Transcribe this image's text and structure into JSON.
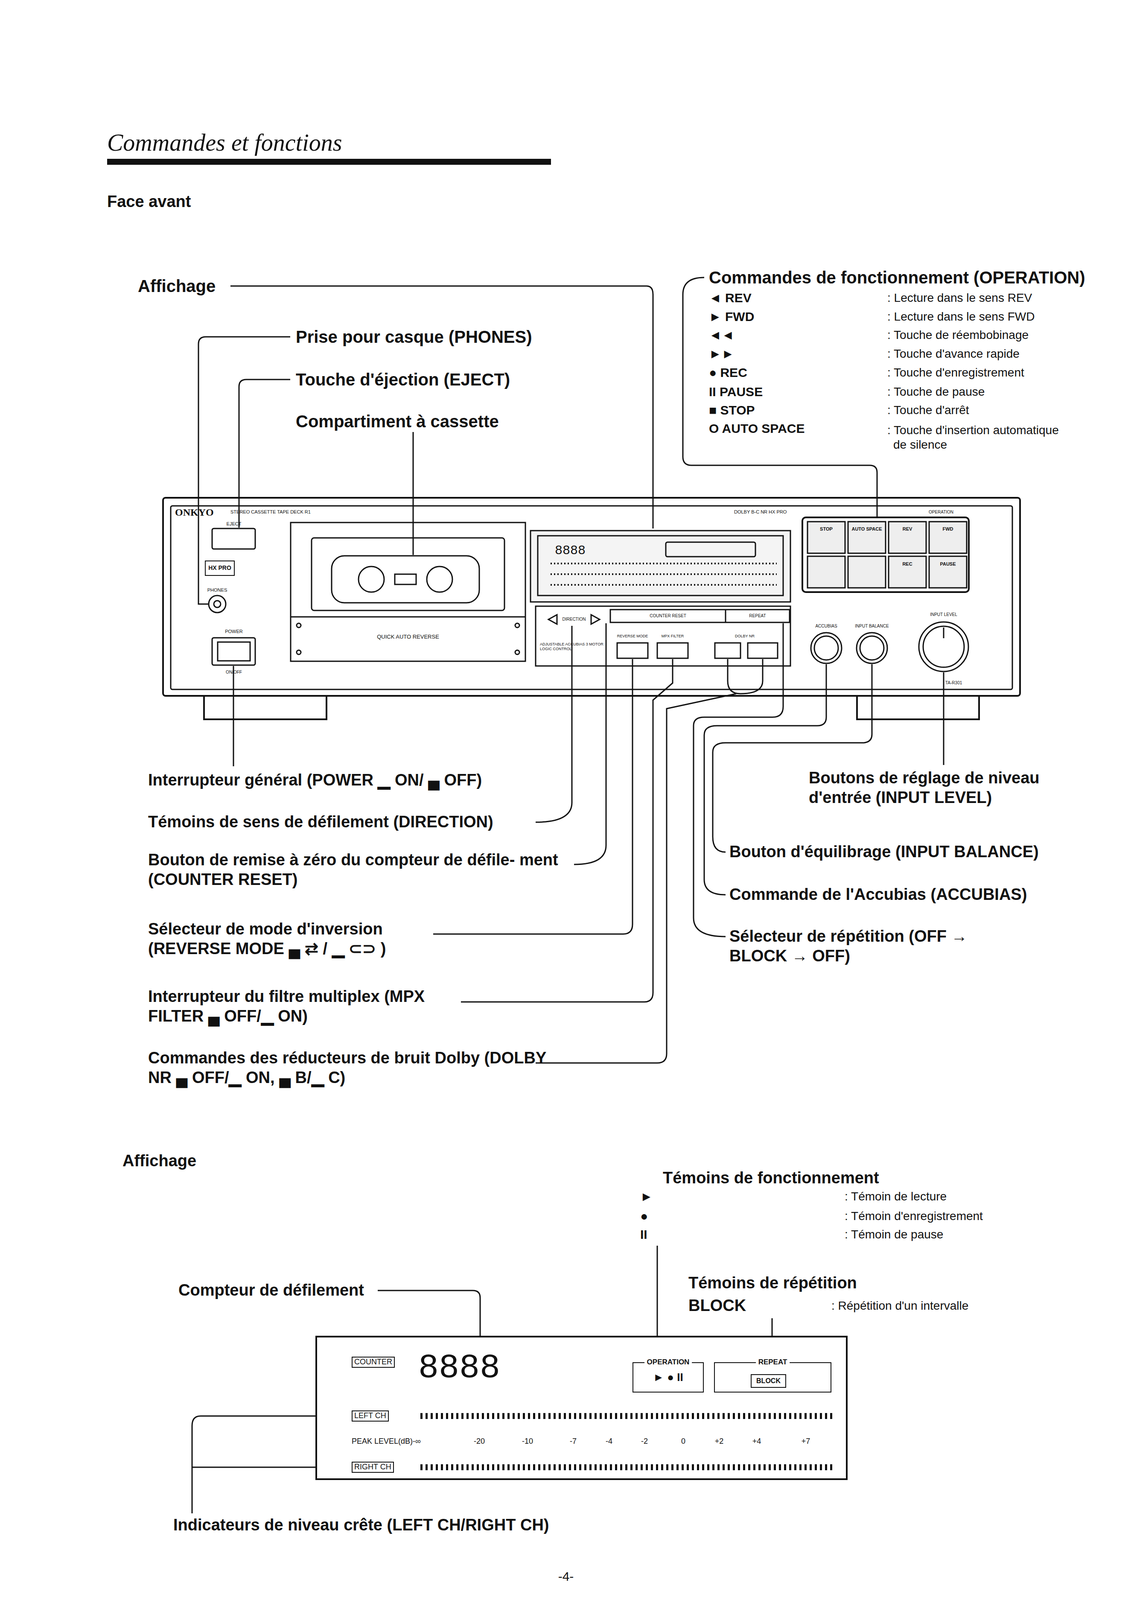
{
  "diagram": {
    "title": "Commandes et fonctions",
    "nodes": [
      {
        "text": [
          "HX PRO"
        ]
      },
      {
        "text": [
          "OPERATION",
          "► ● II"
        ]
      },
      {
        "text": [
          "REPEAT"
        ]
      },
      {
        "text": [
          "BLOCK"
        ],
        "in": 2
      }
    ],
    "labels": [
      "Face avant",
      "Affichage",
      "Prise pour casque (PHONES)",
      "Touche d'éjection (EJECT)",
      "Compartiment à cassette",
      "Commandes de fonctionnement (OPERATION)",
      "◄ REV",
      ": Lecture dans le sens REV",
      "► FWD",
      ": Lecture dans le sens FWD",
      "◄◄",
      ": Touche de réembobinage",
      "►►",
      ": Touche d'avance rapide",
      "● REC",
      ": Touche d'enregistrement",
      "II PAUSE",
      ": Touche de pause",
      "■ STOP",
      ": Touche d'arrêt",
      "O AUTO SPACE",
      ": Touche d'insertion automatique de silence",
      "ONKYO",
      "STEREO CASSETTE TAPE DECK R1",
      "DOLBY B-C NR HX PRO",
      "OPERATION",
      "EJECT",
      "PHONES",
      "POWER",
      "ON/OFF",
      "QUICK AUTO REVERSE",
      "8888",
      "DIRECTION",
      "COUNTER RESET",
      "REPEAT",
      "ADJUSTABLE ACCUBIAS 3 MOTOR LOGIC CONTROL",
      "REVERSE MODE",
      "MPX FILTER",
      "DOLBY NR",
      "STOP",
      "AUTO SPACE",
      "REV",
      "FWD",
      "REC",
      "PAUSE",
      "ACCUBIAS",
      "INPUT BALANCE",
      "INPUT LEVEL",
      "TA-R301",
      "Interrupteur général (POWER ▁ ON/ ▄ OFF)",
      "Témoins de sens de défilement (DIRECTION)",
      "Bouton de remise à zéro du compteur de défile- ment (COUNTER RESET)",
      "Sélecteur de mode d'inversion (REVERSE MODE ▄ ⇄ / ▁ ⊂⊃ )",
      "Interrupteur du filtre multiplex (MPX FILTER ▄ OFF/▁ ON)",
      "Commandes des réducteurs de bruit Dolby (DOLBY NR ▄ OFF/▁ ON, ▄ B/▁ C)",
      "Boutons de réglage de niveau d'entrée (INPUT LEVEL)",
      "Bouton d'équilibrage (INPUT BALANCE)",
      "Commande de l'Accubias (ACCUBIAS)",
      "Sélecteur de répétition (OFF → BLOCK → OFF)",
      "Affichage",
      "Témoins de fonctionnement",
      "►",
      ": Témoin de lecture",
      "●",
      ": Témoin d'enregistrement",
      "II",
      ": Témoin de pause",
      "Compteur de défilement",
      "Témoins de répétition",
      "BLOCK",
      ": Répétition d'un intervalle",
      "COUNTER",
      "8888",
      "LEFT CH",
      "PEAK LEVEL(dB)-∞",
      "-20",
      "-10",
      "-7",
      "-4",
      "-2",
      "0",
      "+2",
      "+4",
      "+7",
      "RIGHT CH",
      "Indicateurs de niveau crête (LEFT CH/RIGHT CH)",
      "-4-"
    ]
  }
}
